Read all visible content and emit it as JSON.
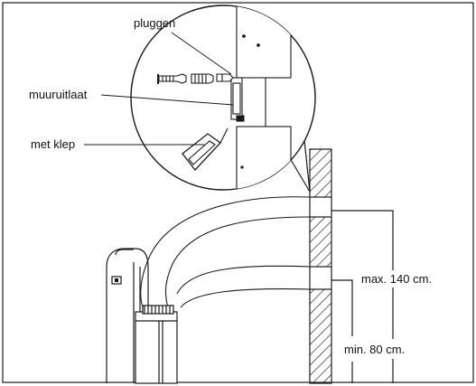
{
  "labels": {
    "plugs": "pluggen",
    "wall_outlet": "muuruitlaat",
    "with_flap": "met klep",
    "max_height": "max. 140 cm.",
    "min_height": "min. 80 cm."
  },
  "colors": {
    "line": "#1a1a1a",
    "hatch": "#1a1a1a",
    "background": "#ffffff"
  }
}
